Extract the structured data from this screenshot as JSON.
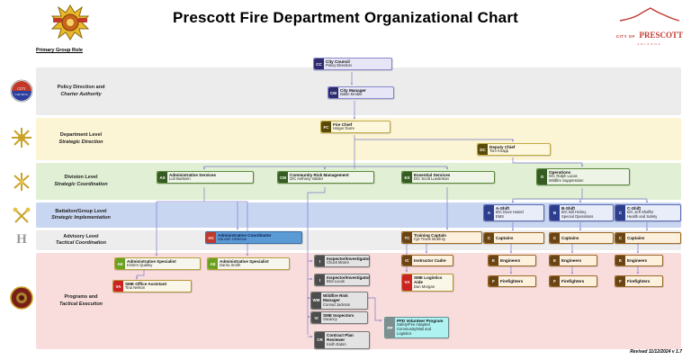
{
  "header": {
    "title": "Prescott Fire Department Organizational Chart",
    "primary_group_role": "Primary Group Role",
    "city_logo": {
      "line1": "CITY OF",
      "line2": "PRESCOTT",
      "line3": "ARIZONA"
    }
  },
  "footer": {
    "revision": "Revised 11/12/2024 v 1.7"
  },
  "bands": [
    {
      "id": "policy",
      "line1": "Policy Direction and",
      "line2": "Charter Authority"
    },
    {
      "id": "department",
      "line1": "Department Level",
      "line2": "Strategic Direction"
    },
    {
      "id": "division",
      "line1": "Division Level",
      "line2": "Strategic Coordination"
    },
    {
      "id": "battalion",
      "line1": "Battalion/Group Level",
      "line2": "Strategic Implementation"
    },
    {
      "id": "advisory",
      "line1": "Advisory Level",
      "line2": "Tactical Coordination"
    },
    {
      "id": "programs",
      "line1": "Programs and",
      "line2": "Tactical Execution"
    }
  ],
  "nodes": [
    {
      "id": "cc",
      "code": "CC",
      "title": "City Council",
      "lines": [
        "Policy Direction"
      ]
    },
    {
      "id": "cm",
      "code": "CM",
      "title": "City Manager",
      "lines": [
        "Dallin Kimble"
      ]
    },
    {
      "id": "fc",
      "code": "FC",
      "title": "Fire Chief",
      "lines": [
        "Holger Durre"
      ]
    },
    {
      "id": "dc",
      "code": "DC",
      "title": "Deputy Chief",
      "lines": [
        "Tom Knapp"
      ]
    },
    {
      "id": "as",
      "code": "AS",
      "title": "Administrative Services",
      "lines": [
        "Lori Burkeen"
      ]
    },
    {
      "id": "crm",
      "code": "CM",
      "title": "Community Risk Management",
      "lines": [
        "D/C Anthony Valdez"
      ]
    },
    {
      "id": "es",
      "code": "ES",
      "title": "Essential Services",
      "lines": [
        "D/C Scott Luedeman"
      ]
    },
    {
      "id": "o",
      "code": "O",
      "title": "Operations",
      "lines": [
        "D/C Ralph Lucas",
        "Wildfire Suppression"
      ]
    },
    {
      "id": "a",
      "code": "A",
      "title": "A-Shift",
      "lines": [
        "B/C Dave Hasiel",
        "EMS"
      ]
    },
    {
      "id": "b",
      "code": "B",
      "title": "B-Shift",
      "lines": [
        "B/C Bill Hickey",
        "Special Operations"
      ]
    },
    {
      "id": "c",
      "code": "C",
      "title": "C-Shift",
      "lines": [
        "B/C Jeff Shaffer",
        "Health and Safety"
      ]
    },
    {
      "id": "ac",
      "code": "AC",
      "title": "Administrative Coordinator",
      "lines": [
        "Hannah Hickman"
      ]
    },
    {
      "id": "tc",
      "code": "TC",
      "title": "Training Captain",
      "lines": [
        "Cpt Travis McElroy"
      ]
    },
    {
      "id": "cap1",
      "code": "C",
      "title": "Captains",
      "lines": []
    },
    {
      "id": "cap2",
      "code": "C",
      "title": "Captains",
      "lines": []
    },
    {
      "id": "cap3",
      "code": "C",
      "title": "Captains",
      "lines": []
    },
    {
      "id": "ae1",
      "code": "AE",
      "title": "Administrative Specialist",
      "lines": [
        "Kristen Qualley"
      ]
    },
    {
      "id": "ae2",
      "code": "AE",
      "title": "Administrative Specialist",
      "lines": [
        "Darria Smith"
      ]
    },
    {
      "id": "va1",
      "code": "VA",
      "title": "SME Office Assistant",
      "lines": [
        "Tina Nelson"
      ]
    },
    {
      "id": "i1",
      "code": "I",
      "title": "Inspector/Investigator",
      "lines": [
        "Chuck Moore"
      ]
    },
    {
      "id": "i2",
      "code": "I",
      "title": "Inspector/Investigator",
      "lines": [
        "Bret Lucas"
      ]
    },
    {
      "id": "wm",
      "code": "WM",
      "title": "Wildfire Risk Manager",
      "lines": [
        "Conrad Jackson"
      ]
    },
    {
      "id": "vi",
      "code": "VI",
      "title": "SME Inspectors",
      "lines": [
        "Vacancy"
      ]
    },
    {
      "id": "cr",
      "code": "CR",
      "title": "Contract Plan Reviewer",
      "lines": [
        "Keith Eaton"
      ]
    },
    {
      "id": "pp",
      "code": "PP",
      "title": "PFD Volunteer Program",
      "lines": [
        "Safety/Fire Adapted",
        "Community/Mail and Logistics"
      ]
    },
    {
      "id": "ic",
      "code": "IC",
      "title": "Instructor Cadre",
      "lines": []
    },
    {
      "id": "va2",
      "code": "VA",
      "title": "SME Logistics Aide",
      "lines": [
        "Dan Morgan"
      ]
    },
    {
      "id": "e1",
      "code": "E",
      "title": "Engineers",
      "lines": []
    },
    {
      "id": "e2",
      "code": "E",
      "title": "Engineers",
      "lines": []
    },
    {
      "id": "e3",
      "code": "E",
      "title": "Engineers",
      "lines": []
    },
    {
      "id": "f1",
      "code": "F",
      "title": "Firefighters",
      "lines": []
    },
    {
      "id": "f2",
      "code": "F",
      "title": "Firefighters",
      "lines": []
    },
    {
      "id": "f3",
      "code": "F",
      "title": "Firefighters",
      "lines": []
    }
  ],
  "colors": {
    "connector": "#7b7bc8",
    "policy_tab": "#2c2c6e",
    "department_tab": "#5a4a08",
    "division_tab": "#365c23",
    "battalion_tab": "#2e3e8f",
    "advisory_tab": "#6b4414",
    "admin_coordinator_fill": "#5b9bd5",
    "volunteer_fill": "#aef2f2",
    "accent_red": "#c0392b",
    "band_policy": "#ececec",
    "band_department": "#fbf4d5",
    "band_division": "#e1efd5",
    "band_battalion": "#c9d6f2",
    "band_advisory": "#ededed",
    "band_programs": "#f9dddd"
  }
}
